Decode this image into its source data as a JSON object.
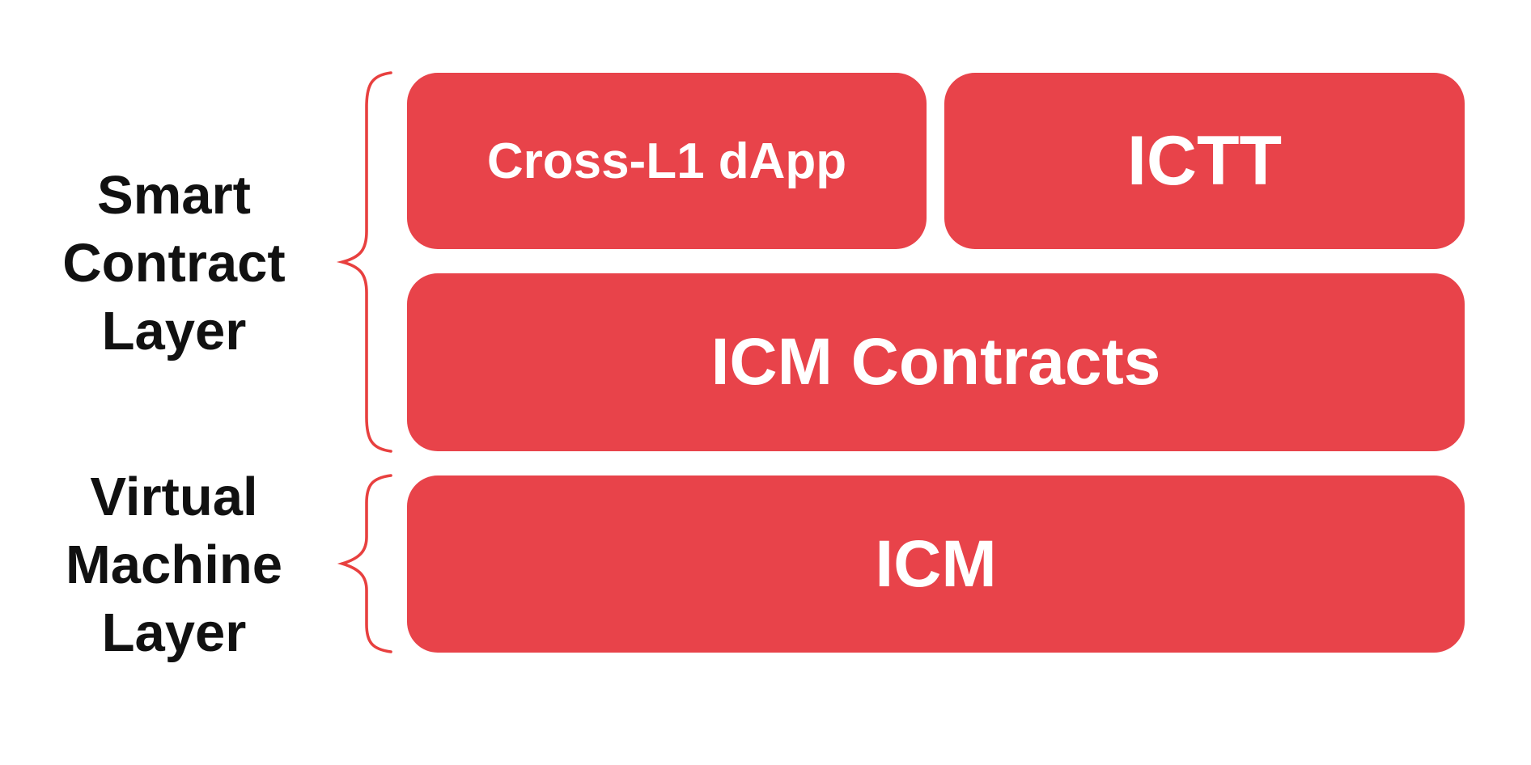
{
  "colors": {
    "box_red": "#E8434A",
    "brace_red": "#E8403F",
    "label_black": "#111111",
    "box_text_white": "#ffffff",
    "background": "#ffffff"
  },
  "layer_labels": [
    {
      "name": "smart-contract-layer",
      "text": "Smart\nContract\nLayer"
    },
    {
      "name": "virtual-machine-layer",
      "text": "Virtual\nMachine\nLayer"
    }
  ],
  "boxes": [
    {
      "name": "cross-l1-dapp",
      "label": "Cross-L1 dApp",
      "layer": "Smart Contract Layer"
    },
    {
      "name": "ictt",
      "label": "ICTT",
      "layer": "Smart Contract Layer"
    },
    {
      "name": "icm-contracts",
      "label": "ICM Contracts",
      "layer": "Smart Contract Layer"
    },
    {
      "name": "icm",
      "label": "ICM",
      "layer": "Virtual Machine Layer"
    }
  ]
}
